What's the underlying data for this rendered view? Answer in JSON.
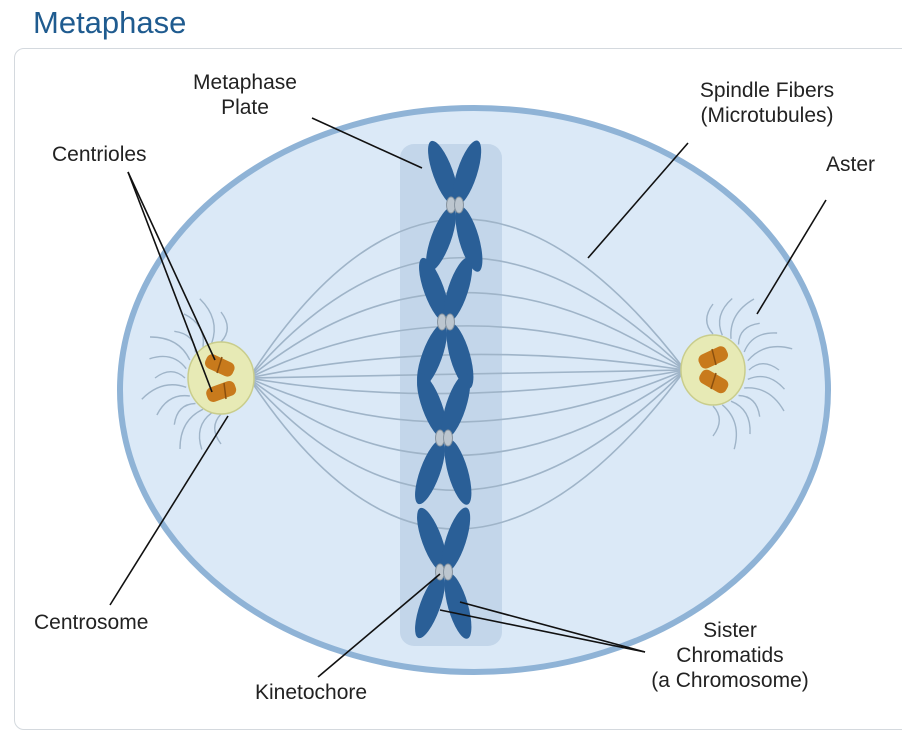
{
  "title": "Metaphase",
  "labels": {
    "metaphase_plate": [
      "Metaphase",
      "Plate"
    ],
    "spindle_fibers": [
      "Spindle Fibers",
      "(Microtubules)"
    ],
    "aster": "Aster",
    "centrioles": "Centrioles",
    "centrosome": "Centrosome",
    "kinetochore": "Kinetochore",
    "sister_chromatids": [
      "Sister",
      "Chromatids",
      "(a Chromosome)"
    ]
  },
  "colors": {
    "title": "#1f5b8f",
    "cell_fill": "#dbe9f7",
    "cell_border": "#8fb3d6",
    "plate_band": "#c3d6ea",
    "chromosome": "#2a5f97",
    "centrosome_fill": "#e7eab5",
    "centriole": "#c87a1c",
    "spindle": "#9fb4c8"
  }
}
